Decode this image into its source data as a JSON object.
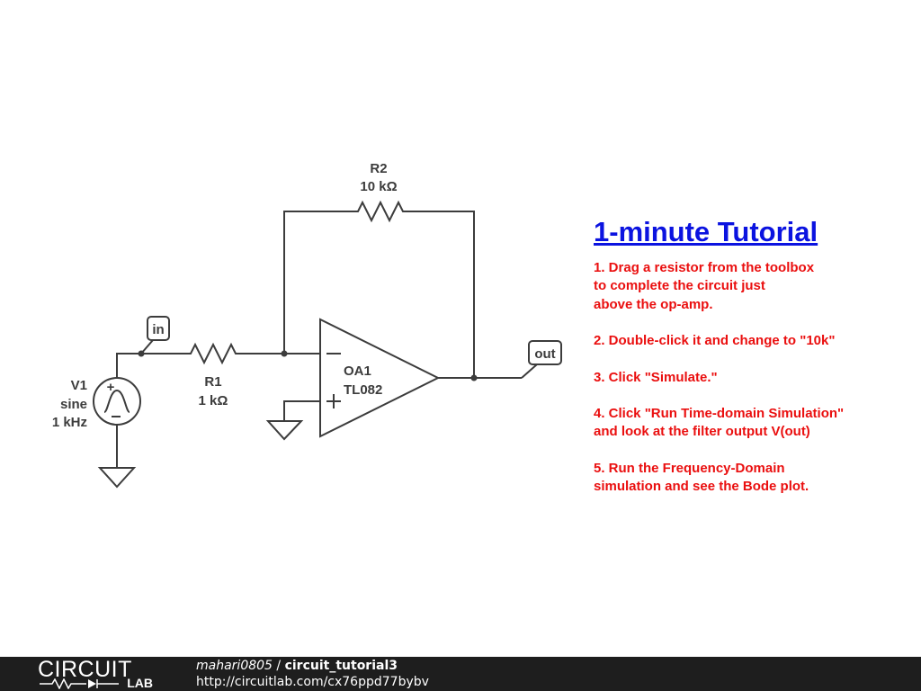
{
  "schematic": {
    "r2": {
      "name": "R2",
      "value": "10 kΩ"
    },
    "r1": {
      "name": "R1",
      "value": "1 kΩ"
    },
    "v1": {
      "name": "V1",
      "type": "sine",
      "freq": "1 kHz"
    },
    "oa1": {
      "name": "OA1",
      "model": "TL082"
    },
    "in_tag": "in",
    "out_tag": "out"
  },
  "tutorial": {
    "title": "1-minute Tutorial",
    "steps": [
      "1. Drag a resistor from the toolbox\nto complete the circuit just\nabove the op-amp.",
      "2. Double-click it and change to \"10k\"",
      "3. Click \"Simulate.\"",
      "4. Click \"Run Time-domain Simulation\"\nand look at the filter output V(out)",
      "5. Run the Frequency-Domain\nsimulation and see the Bode plot."
    ]
  },
  "footer": {
    "logo_top": "CIRCUIT",
    "logo_bottom": "LAB",
    "user": "mahari0805",
    "separator": " / ",
    "circuit_name": "circuit_tutorial3",
    "url": "http://circuitlab.com/cx76ppd77bybv"
  },
  "colors": {
    "wire": "#3c3c3c",
    "tutorial_title": "#0b13e0",
    "tutorial_text": "#ea0f0f",
    "footer_bg": "#1e1e1e"
  }
}
